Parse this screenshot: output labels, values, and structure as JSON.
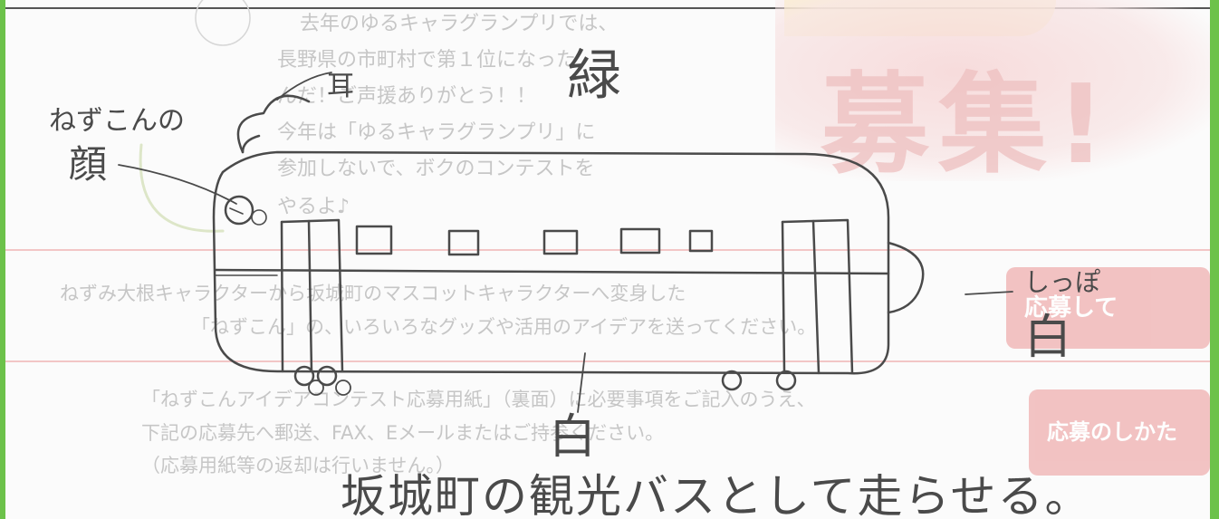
{
  "background_form": {
    "heading_big": "募集!",
    "upper_lines": [
      "去年のゆるキャラグランプリでは、",
      "長野県の市町村で第１位になった",
      "んだ！ご声援ありがとう！！",
      "今年は「ゆるキャラグランプリ」に",
      "参加しないで、ボクのコンテストを",
      "やるよ♪"
    ],
    "middle_lines": [
      "ねずみ大根キャラクターから坂城町のマスコットキャラクターへ変身した",
      "「ねずこん」の、いろいろなグッズや活用のアイデアを送ってください。"
    ],
    "lower_lines": [
      "「ねずこんアイデアコンテスト応募用紙」（裏面）に必要事項をご記入のうえ、",
      "下記の応募先へ郵送、FAX、Eメールまたはご持参ください。",
      "（応募用紙等の返却は行いません。）"
    ],
    "side_labels": [
      "応募して",
      "応募のしかた"
    ]
  },
  "annotations": {
    "ear": "耳",
    "green": "緑",
    "face_line1": "ねずこんの",
    "face_line2": "顔",
    "tail": "しっぽ",
    "tail_color": "白",
    "bottom_color": "白",
    "caption": "坂城町の観光バスとして走らせる。"
  },
  "colors": {
    "frame_green": "#6cc24a",
    "pencil": "#4a4a4a",
    "faint_pink": "#efb0b0"
  }
}
